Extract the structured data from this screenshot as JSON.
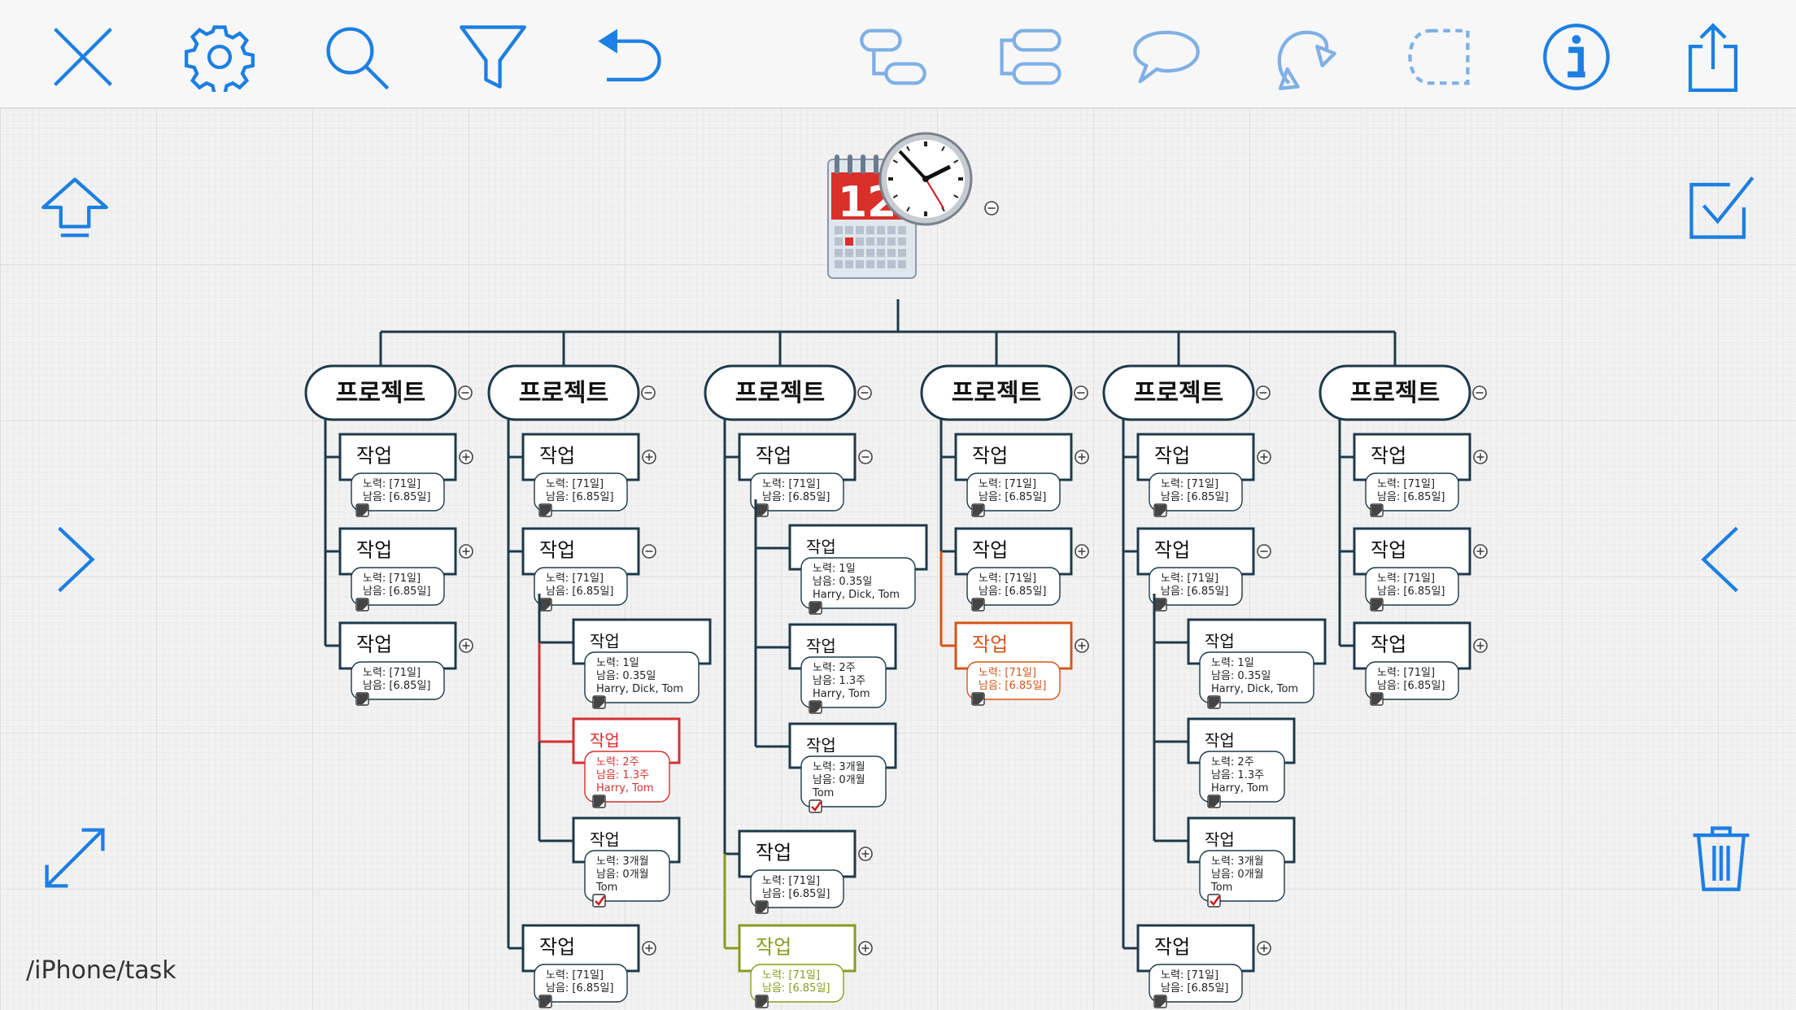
{
  "colors": {
    "accent": "#1c7fe2",
    "accent_light": "#7fb0e6",
    "node": "#1d3a4a",
    "red": "#d63030",
    "orange": "#d4561a",
    "olive": "#8a9a1e"
  },
  "toolbar": {
    "left": [
      {
        "name": "close-button",
        "icon": "close-icon"
      },
      {
        "name": "settings-button",
        "icon": "gear-icon"
      },
      {
        "name": "search-button",
        "icon": "search-icon"
      },
      {
        "name": "filter-button",
        "icon": "filter-icon"
      },
      {
        "name": "undo-button",
        "icon": "undo-icon"
      }
    ],
    "right": [
      {
        "name": "add-child-button",
        "icon": "add-child-topic-icon"
      },
      {
        "name": "add-sibling-button",
        "icon": "add-sibling-topic-icon"
      },
      {
        "name": "callout-button",
        "icon": "speech-bubble-icon"
      },
      {
        "name": "relationship-button",
        "icon": "relationship-arrow-icon"
      },
      {
        "name": "boundary-button",
        "icon": "dashed-boundary-icon"
      },
      {
        "name": "info-button",
        "icon": "info-icon"
      },
      {
        "name": "share-button",
        "icon": "share-icon"
      }
    ]
  },
  "path": "/iPhone/task",
  "map": {
    "project_label": "프로젝트",
    "task_label": "작업",
    "projects": [
      {
        "tasks": [
          {
            "color": "node",
            "toggle": "plus",
            "lines": [
              "노력: [71일]",
              "남음: [6.85일]"
            ]
          },
          {
            "color": "node",
            "toggle": "plus",
            "lines": [
              "노력: [71일]",
              "남음: [6.85일]"
            ]
          },
          {
            "color": "node",
            "toggle": "plus",
            "lines": [
              "노력: [71일]",
              "남음: [6.85일]"
            ]
          }
        ]
      },
      {
        "tasks": [
          {
            "color": "node",
            "toggle": "plus",
            "lines": [
              "노력: [71일]",
              "남음: [6.85일]"
            ]
          },
          {
            "color": "node",
            "toggle": "minus",
            "lines": [
              "노력: [71일]",
              "남음: [6.85일]"
            ],
            "children": [
              {
                "color": "node",
                "lines": [
                  "노력: 1일",
                  "남음: 0.35일",
                  "Harry, Dick, Tom"
                ]
              },
              {
                "color": "red",
                "lines": [
                  "노력: 2주",
                  "남음: 1.3주",
                  "Harry, Tom"
                ]
              },
              {
                "color": "node",
                "check": true,
                "lines": [
                  "노력: 3개월",
                  "남음: 0개월",
                  "Tom"
                ]
              }
            ]
          },
          {
            "color": "node",
            "toggle": "plus",
            "lines": [
              "노력: [71일]",
              "남음: [6.85일]"
            ]
          }
        ]
      },
      {
        "tasks": [
          {
            "color": "node",
            "toggle": "minus",
            "lines": [
              "노력: [71일]",
              "남음: [6.85일]"
            ],
            "children": [
              {
                "color": "node",
                "lines": [
                  "노력: 1일",
                  "남음: 0.35일",
                  "Harry, Dick, Tom"
                ]
              },
              {
                "color": "node",
                "lines": [
                  "노력: 2주",
                  "남음: 1.3주",
                  "Harry, Tom"
                ]
              },
              {
                "color": "node",
                "check": true,
                "lines": [
                  "노력: 3개월",
                  "남음: 0개월",
                  "Tom"
                ]
              }
            ]
          },
          {
            "color": "node",
            "toggle": "plus",
            "lines": [
              "노력: [71일]",
              "남음: [6.85일]"
            ]
          },
          {
            "color": "olive",
            "toggle": "plus",
            "lines": [
              "노력: [71일]",
              "남음: [6.85일]"
            ]
          }
        ]
      },
      {
        "tasks": [
          {
            "color": "node",
            "toggle": "plus",
            "lines": [
              "노력: [71일]",
              "남음: [6.85일]"
            ]
          },
          {
            "color": "node",
            "toggle": "plus",
            "lines": [
              "노력: [71일]",
              "남음: [6.85일]"
            ]
          },
          {
            "color": "orange",
            "toggle": "plus",
            "lines": [
              "노력: [71일]",
              "남음: [6.85일]"
            ]
          }
        ]
      },
      {
        "tasks": [
          {
            "color": "node",
            "toggle": "plus",
            "lines": [
              "노력: [71일]",
              "남음: [6.85일]"
            ]
          },
          {
            "color": "node",
            "toggle": "minus",
            "lines": [
              "노력: [71일]",
              "남음: [6.85일]"
            ],
            "children": [
              {
                "color": "node",
                "lines": [
                  "노력: 1일",
                  "남음: 0.35일",
                  "Harry, Dick, Tom"
                ]
              },
              {
                "color": "node",
                "lines": [
                  "노력: 2주",
                  "남음: 1.3주",
                  "Harry, Tom"
                ]
              },
              {
                "color": "node",
                "check": true,
                "lines": [
                  "노력: 3개월",
                  "남음: 0개월",
                  "Tom"
                ]
              }
            ]
          },
          {
            "color": "node",
            "toggle": "plus",
            "lines": [
              "노력: [71일]",
              "남음: [6.85일]"
            ]
          }
        ]
      },
      {
        "tasks": [
          {
            "color": "node",
            "toggle": "plus",
            "lines": [
              "노력: [71일]",
              "남음: [6.85일]"
            ]
          },
          {
            "color": "node",
            "toggle": "plus",
            "lines": [
              "노력: [71일]",
              "남음: [6.85일]"
            ]
          },
          {
            "color": "node",
            "toggle": "plus",
            "lines": [
              "노력: [71일]",
              "남음: [6.85일]"
            ]
          }
        ]
      }
    ]
  }
}
